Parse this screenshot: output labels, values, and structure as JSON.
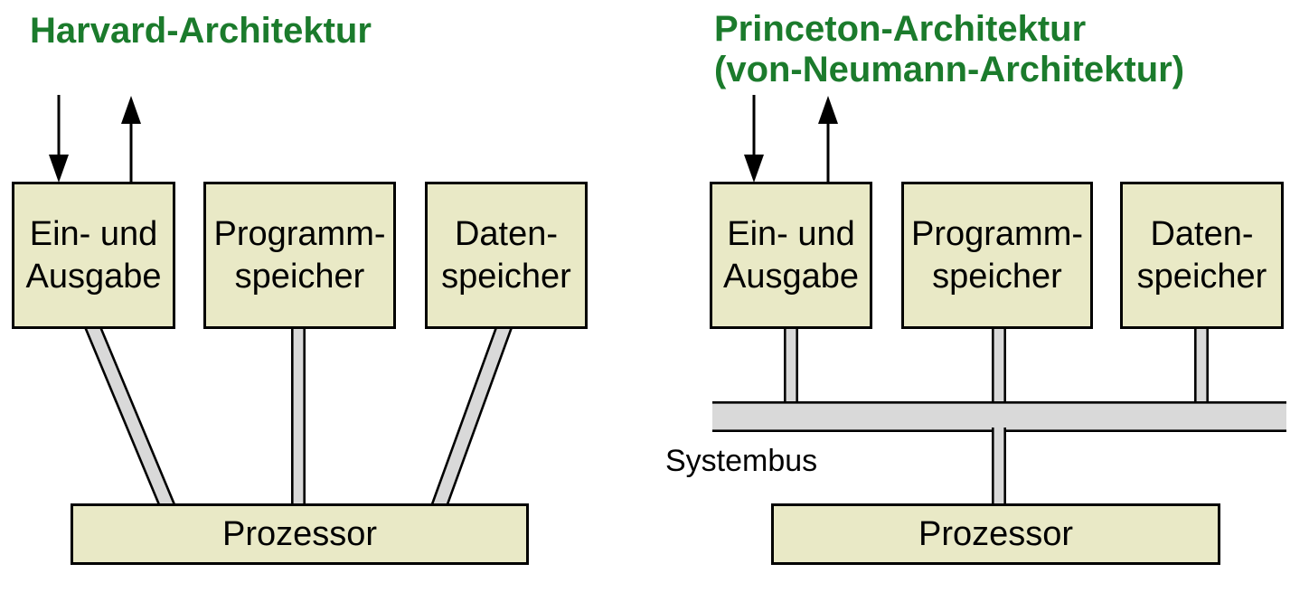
{
  "left_panel": {
    "title": "Harvard-Architektur",
    "boxes": {
      "io": "Ein- und\nAusgabe",
      "program": "Programm-\nspeicher",
      "data": "Daten-\nspeicher",
      "processor": "Prozessor"
    }
  },
  "right_panel": {
    "title": "Princeton-Architektur\n(von-Neumann-Architektur)",
    "boxes": {
      "io": "Ein- und\nAusgabe",
      "program": "Programm-\nspeicher",
      "data": "Daten-\nspeicher",
      "processor": "Prozessor"
    },
    "bus_label": "Systembus"
  },
  "colors": {
    "title_green": "#1b7b2c",
    "box_fill": "#e9e9c6",
    "bus_fill": "#d9d9d9",
    "line_color": "#000000",
    "bg_color": "#ffffff",
    "text_color": "#000000"
  }
}
